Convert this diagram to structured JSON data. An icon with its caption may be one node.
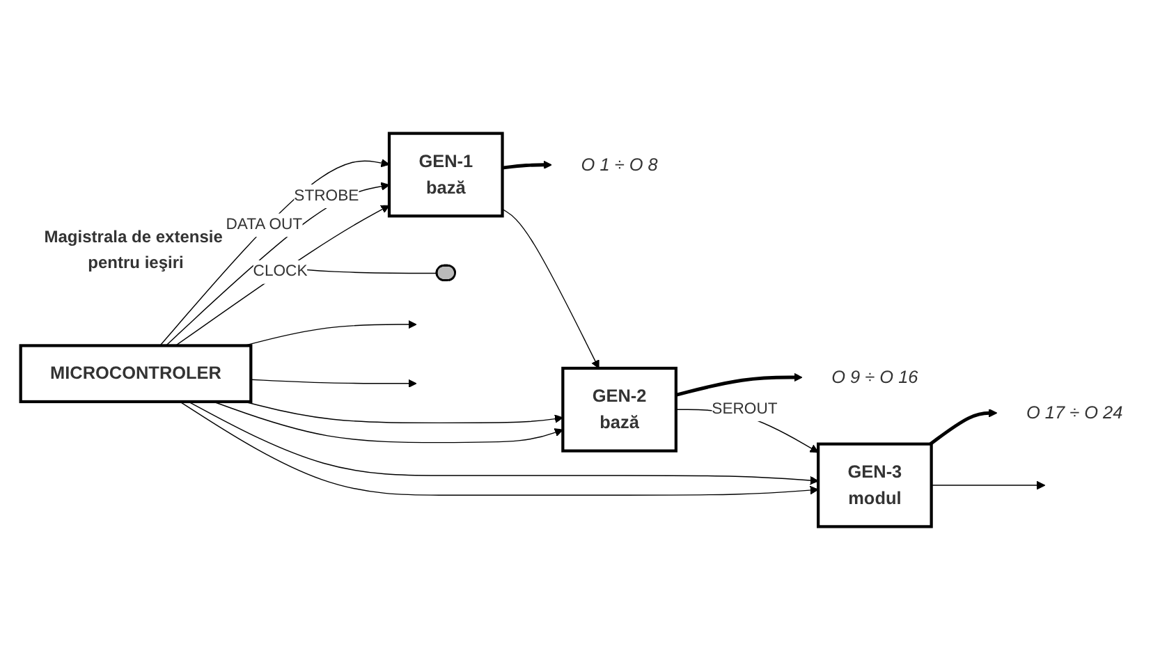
{
  "diagram": {
    "nodes": [
      {
        "text": [
          "O 1 ÷ O 8"
        ]
      },
      {
        "text": [
          "O 9 ÷ O 16"
        ]
      },
      {
        "text": [
          "O 17 ÷ O 24"
        ]
      },
      {
        "text": [
          "GEN-1",
          "bază"
        ]
      },
      {
        "text": [
          "GEN-2",
          "bază"
        ]
      },
      {
        "text": [
          "GEN-3",
          "modul"
        ]
      },
      {
        "text": [],
        "shape": "ellipse"
      },
      {
        "text": [
          "MICROCONTROLER"
        ]
      },
      {
        "text": [
          "Magistrala de extensie pentru ieşiri"
        ]
      }
    ],
    "edges": [
      {
        "from": 3,
        "to": 0,
        "arrow": "to",
        "style": "thick"
      },
      {
        "from": 4,
        "to": 1,
        "arrow": "to",
        "style": "thick"
      },
      {
        "from": 5,
        "to": 2,
        "arrow": "to",
        "style": "thick"
      },
      {
        "from": 7,
        "to": 3,
        "label": "DATA OUT",
        "arrow": "to"
      },
      {
        "from": 3,
        "to": 4,
        "arrow": "to"
      },
      {
        "from": 4,
        "to": 5,
        "label": "SEROUT",
        "arrow": "to"
      },
      {
        "from": 5,
        "to": null,
        "arrow": "to"
      },
      {
        "from": 7,
        "to": 3,
        "label": "STROBE",
        "arrow": "to"
      },
      {
        "from": 7,
        "to": 4,
        "arrow": "to"
      },
      {
        "from": 7,
        "to": 5,
        "arrow": "to"
      },
      {
        "from": 7,
        "to": null,
        "arrow": "to"
      },
      {
        "from": 7,
        "to": 3,
        "label": "CLOCK",
        "arrow": "to"
      },
      {
        "from": 7,
        "to": 4,
        "arrow": "to"
      },
      {
        "from": 7,
        "to": 5,
        "arrow": "to"
      },
      {
        "from": 7,
        "to": null,
        "arrow": "to"
      },
      {
        "from": 8,
        "to": 6,
        "arrow": "none"
      }
    ]
  }
}
